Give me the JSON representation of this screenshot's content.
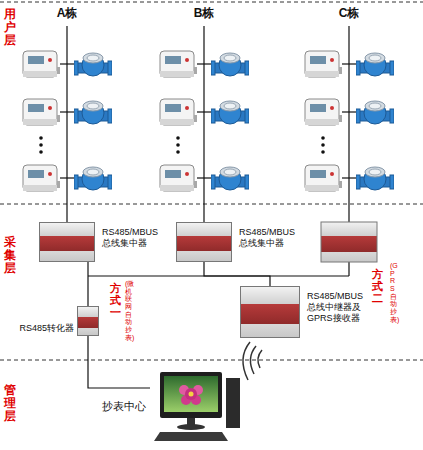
{
  "diagram": {
    "nodes": [
      {
        "text": [
          "A栋"
        ]
      },
      {
        "text": [
          "B栋"
        ]
      },
      {
        "text": [
          "C栋"
        ]
      },
      {
        "text": [
          "RS485/MBUS 总线集中器"
        ]
      },
      {
        "text": [
          "RS485/MBUS 总线集中器"
        ]
      },
      {
        "text": [
          "RS485转化器"
        ]
      },
      {
        "text": [
          "RS485/MBUS 总线中继器及 GPRS接收器"
        ]
      },
      {
        "text": [
          "抄表中心"
        ]
      }
    ],
    "edges": [
      {
        "from": 0,
        "to": 3,
        "arrow": "none"
      },
      {
        "from": 1,
        "to": 4,
        "arrow": "none"
      },
      {
        "from": 3,
        "to": 5,
        "arrow": "none"
      },
      {
        "from": 4,
        "to": 6,
        "arrow": "none"
      },
      {
        "from": 5,
        "to": 7,
        "arrow": "none"
      }
    ],
    "labels": [
      "用户层",
      "采集层",
      "管理层",
      "方式一",
      "(微机联网自动抄表)",
      "方式二",
      "(GPRS自动抄表)"
    ]
  }
}
